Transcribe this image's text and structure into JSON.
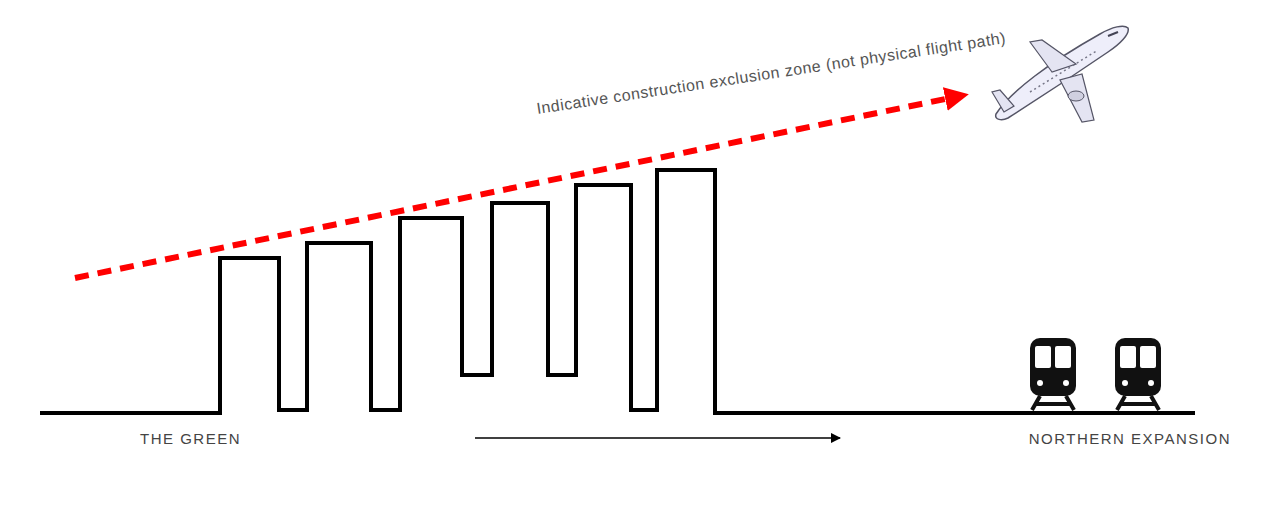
{
  "diagram": {
    "labels": [
      "Indicative construction exclusion zone (not physical flight path)",
      "THE GREEN",
      "NORTHERN EXPANSION"
    ]
  }
}
